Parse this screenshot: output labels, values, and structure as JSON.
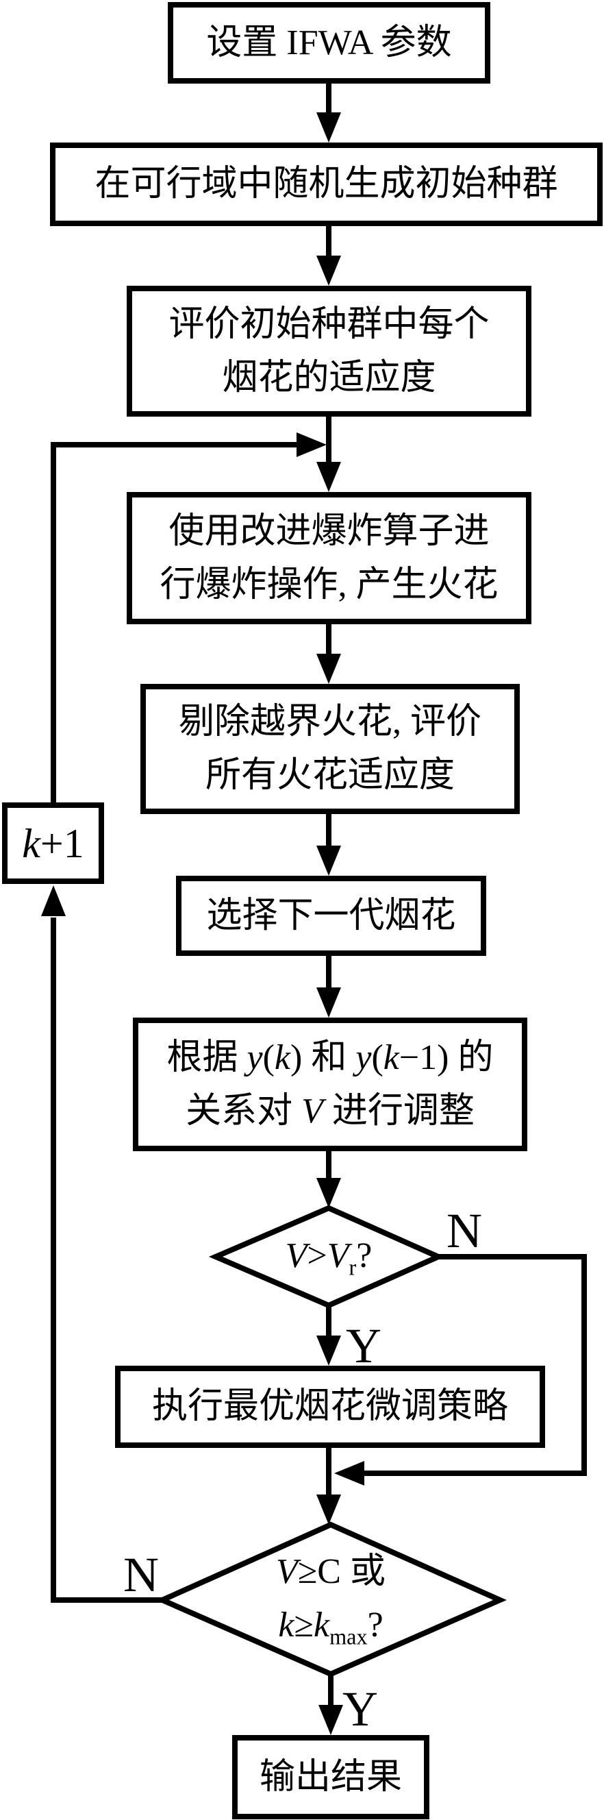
{
  "diagram": {
    "type": "flowchart",
    "colors": {
      "stroke": "#000000",
      "fill": "#ffffff",
      "text": "#000000"
    },
    "nodes": [
      {
        "id": "set-params",
        "shape": "rect",
        "label": "设置 IFWA 参数"
      },
      {
        "id": "init-population",
        "shape": "rect",
        "label": "在可行域中随机生成初始种群"
      },
      {
        "id": "evaluate-initial",
        "shape": "rect",
        "label": "评价初始种群中每个\n烟花的适应度"
      },
      {
        "id": "explosion-operator",
        "shape": "rect",
        "label": "使用改进爆炸算子进\n行爆炸操作, 产生火花"
      },
      {
        "id": "prune-sparks",
        "shape": "rect",
        "label": "剔除越界火花, 评价\n所有火花适应度"
      },
      {
        "id": "select-next-gen",
        "shape": "rect",
        "label": "选择下一代烟花"
      },
      {
        "id": "adjust-v",
        "shape": "rect",
        "label": "根据 *y*(*k*) 和 *y*(*k*−1) 的\n关系对 *V* 进行调整"
      },
      {
        "id": "check-v-threshold",
        "shape": "diamond",
        "label": "*V*>*V*_{r}?"
      },
      {
        "id": "fine-tune-best",
        "shape": "rect",
        "label": "执行最优烟花微调策略"
      },
      {
        "id": "check-termination",
        "shape": "diamond",
        "label": "*V*≥C 或\n*k*≥*k*_{max}?"
      },
      {
        "id": "increment-k",
        "shape": "rect",
        "label": "*k*+1"
      },
      {
        "id": "output-result",
        "shape": "rect",
        "label": "输出结果"
      }
    ],
    "edge_labels": [
      {
        "id": "check-v-no",
        "text": "N"
      },
      {
        "id": "check-v-yes",
        "text": "Y"
      },
      {
        "id": "termination-no",
        "text": "N"
      },
      {
        "id": "termination-yes",
        "text": "Y"
      }
    ]
  }
}
